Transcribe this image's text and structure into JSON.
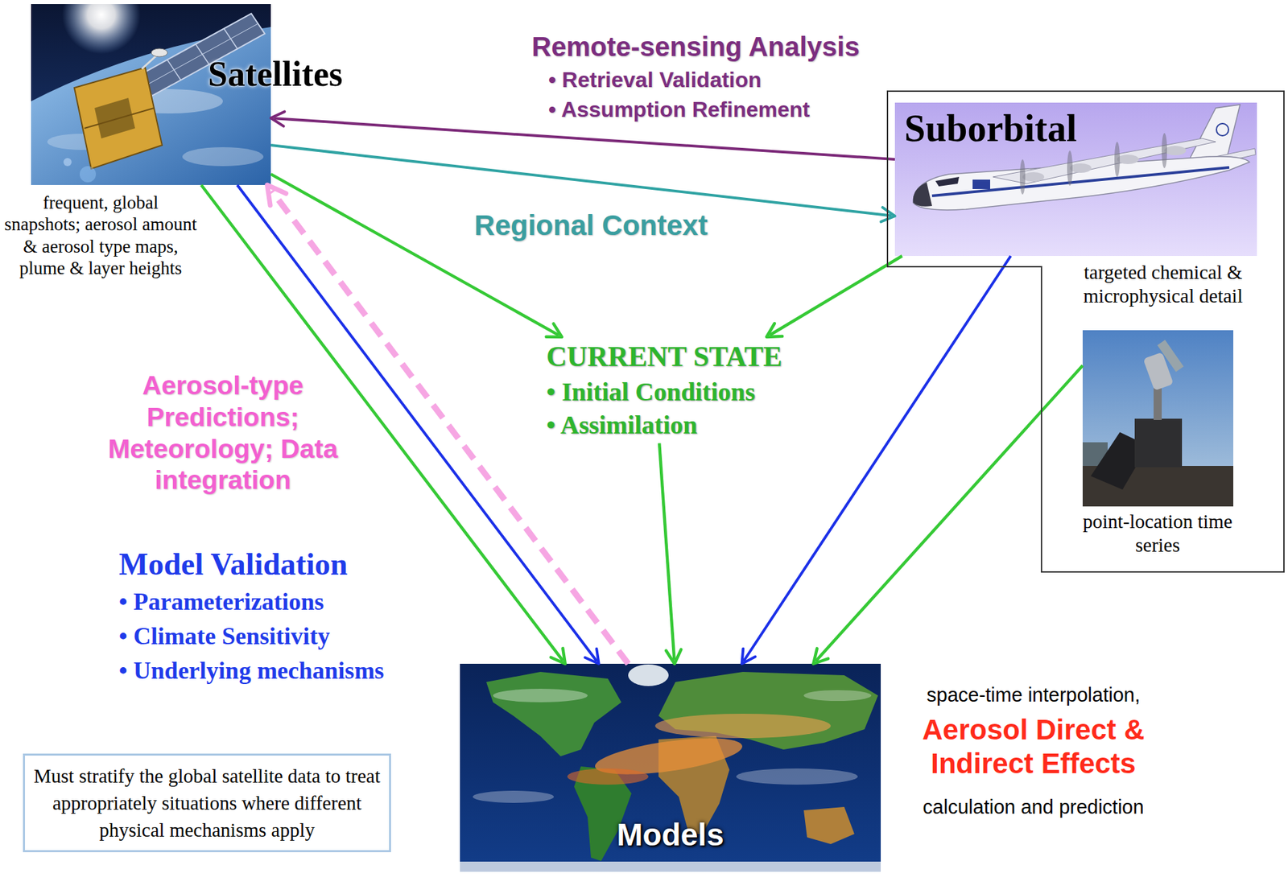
{
  "diagram": {
    "nodes": [
      {
        "text": [
          "Satellites",
          "frequent, global snapshots; aerosol amount & aerosol type maps, plume & layer heights"
        ]
      },
      {
        "text": [
          "targeted chemical & microphysical detail"
        ]
      },
      {
        "text": [
          "Suborbital"
        ],
        "in": 1
      },
      {
        "text": [
          "point-location time series"
        ],
        "in": 1
      },
      {
        "text": [
          "CURRENT STATE",
          "• Initial Conditions",
          "• Assimilation"
        ]
      },
      {
        "text": [
          "Models"
        ]
      },
      {
        "text": [
          "Must stratify the global satellite data to treat appropriately situations where different physical mechanisms apply"
        ]
      }
    ],
    "edges": [
      {
        "from": 2,
        "to": 0,
        "arrow": "to",
        "label": "Remote-sensing Analysis"
      },
      {
        "from": 0,
        "to": 2,
        "arrow": "to",
        "label": "Regional Context"
      },
      {
        "from": 0,
        "to": 4,
        "arrow": "to"
      },
      {
        "from": 2,
        "to": 4,
        "arrow": "to"
      },
      {
        "from": 0,
        "to": 5,
        "arrow": "to"
      },
      {
        "from": 0,
        "to": 5,
        "arrow": "to",
        "label": "Model Validation"
      },
      {
        "from": 5,
        "to": 0,
        "arrow": "to",
        "label": "Aerosol-type Predictions; Meteorology; Data integration"
      },
      {
        "from": 4,
        "to": 5,
        "arrow": "to"
      },
      {
        "from": 2,
        "to": 5,
        "arrow": "to"
      },
      {
        "from": 3,
        "to": 5,
        "arrow": "to"
      }
    ],
    "labels": [
      "• Retrieval Validation",
      "• Assumption Refinement",
      "• Parameterizations",
      "• Climate Sensitivity",
      "• Underlying mechanisms",
      "space-time interpolation,",
      "Aerosol Direct & Indirect Effects",
      "calculation and prediction"
    ]
  }
}
